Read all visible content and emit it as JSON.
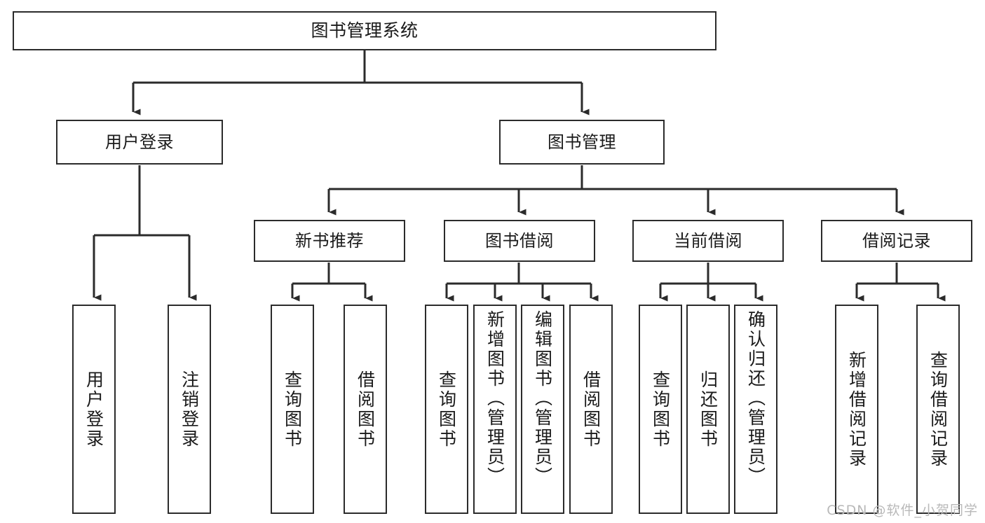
{
  "diagram": {
    "type": "tree-hierarchy-chart",
    "title": "图书管理系统",
    "stroke_color": "#2b2b2b",
    "background_color": "#ffffff",
    "text_color": "#1a1a1a"
  },
  "nodes": {
    "root": {
      "label": "图书管理系统",
      "level": 1
    },
    "level2": [
      {
        "id": "user-login",
        "label": "用户登录"
      },
      {
        "id": "book-manage",
        "label": "图书管理"
      }
    ],
    "level3": [
      {
        "id": "new-book-recommend",
        "label": "新书推荐"
      },
      {
        "id": "book-borrow",
        "label": "图书借阅"
      },
      {
        "id": "current-borrow",
        "label": "当前借阅"
      },
      {
        "id": "borrow-record",
        "label": "借阅记录"
      }
    ],
    "leaves": {
      "user_login": [
        {
          "id": "leaf-user-login",
          "label": "用户登录"
        },
        {
          "id": "leaf-logout",
          "label": "注销登录"
        }
      ],
      "new_book_recommend": [
        {
          "id": "leaf-query-book-1",
          "label": "查询图书"
        },
        {
          "id": "leaf-borrow-book-1",
          "label": "借阅图书"
        }
      ],
      "book_borrow": [
        {
          "id": "leaf-query-book-2",
          "label": "查询图书"
        },
        {
          "id": "leaf-add-book",
          "label": "新增图书（管理员）"
        },
        {
          "id": "leaf-edit-book",
          "label": "编辑图书（管理员）"
        },
        {
          "id": "leaf-borrow-book-2",
          "label": "借阅图书"
        }
      ],
      "current_borrow": [
        {
          "id": "leaf-query-book-3",
          "label": "查询图书"
        },
        {
          "id": "leaf-return-book",
          "label": "归还图书"
        },
        {
          "id": "leaf-confirm-return",
          "label": "确认归还（管理员）"
        }
      ],
      "borrow_record": [
        {
          "id": "leaf-add-record",
          "label": "新增借阅记录"
        },
        {
          "id": "leaf-query-record",
          "label": "查询借阅记录"
        }
      ]
    }
  },
  "watermark": {
    "text": "CSDN @软件_小贺同学"
  },
  "chart_data": {
    "type": "table",
    "title": "图书管理系统 功能结构图",
    "hierarchy": [
      {
        "level": 1,
        "label": "图书管理系统",
        "children": [
          {
            "level": 2,
            "label": "用户登录",
            "children": [
              {
                "level": 3,
                "label": "用户登录"
              },
              {
                "level": 3,
                "label": "注销登录"
              }
            ]
          },
          {
            "level": 2,
            "label": "图书管理",
            "children": [
              {
                "level": 3,
                "label": "新书推荐",
                "children": [
                  {
                    "level": 4,
                    "label": "查询图书"
                  },
                  {
                    "level": 4,
                    "label": "借阅图书"
                  }
                ]
              },
              {
                "level": 3,
                "label": "图书借阅",
                "children": [
                  {
                    "level": 4,
                    "label": "查询图书"
                  },
                  {
                    "level": 4,
                    "label": "新增图书（管理员）"
                  },
                  {
                    "level": 4,
                    "label": "编辑图书（管理员）"
                  },
                  {
                    "level": 4,
                    "label": "借阅图书"
                  }
                ]
              },
              {
                "level": 3,
                "label": "当前借阅",
                "children": [
                  {
                    "level": 4,
                    "label": "查询图书"
                  },
                  {
                    "level": 4,
                    "label": "归还图书"
                  },
                  {
                    "level": 4,
                    "label": "确认归还（管理员）"
                  }
                ]
              },
              {
                "level": 3,
                "label": "借阅记录",
                "children": [
                  {
                    "level": 4,
                    "label": "新增借阅记录"
                  },
                  {
                    "level": 4,
                    "label": "查询借阅记录"
                  }
                ]
              }
            ]
          }
        ]
      }
    ]
  }
}
